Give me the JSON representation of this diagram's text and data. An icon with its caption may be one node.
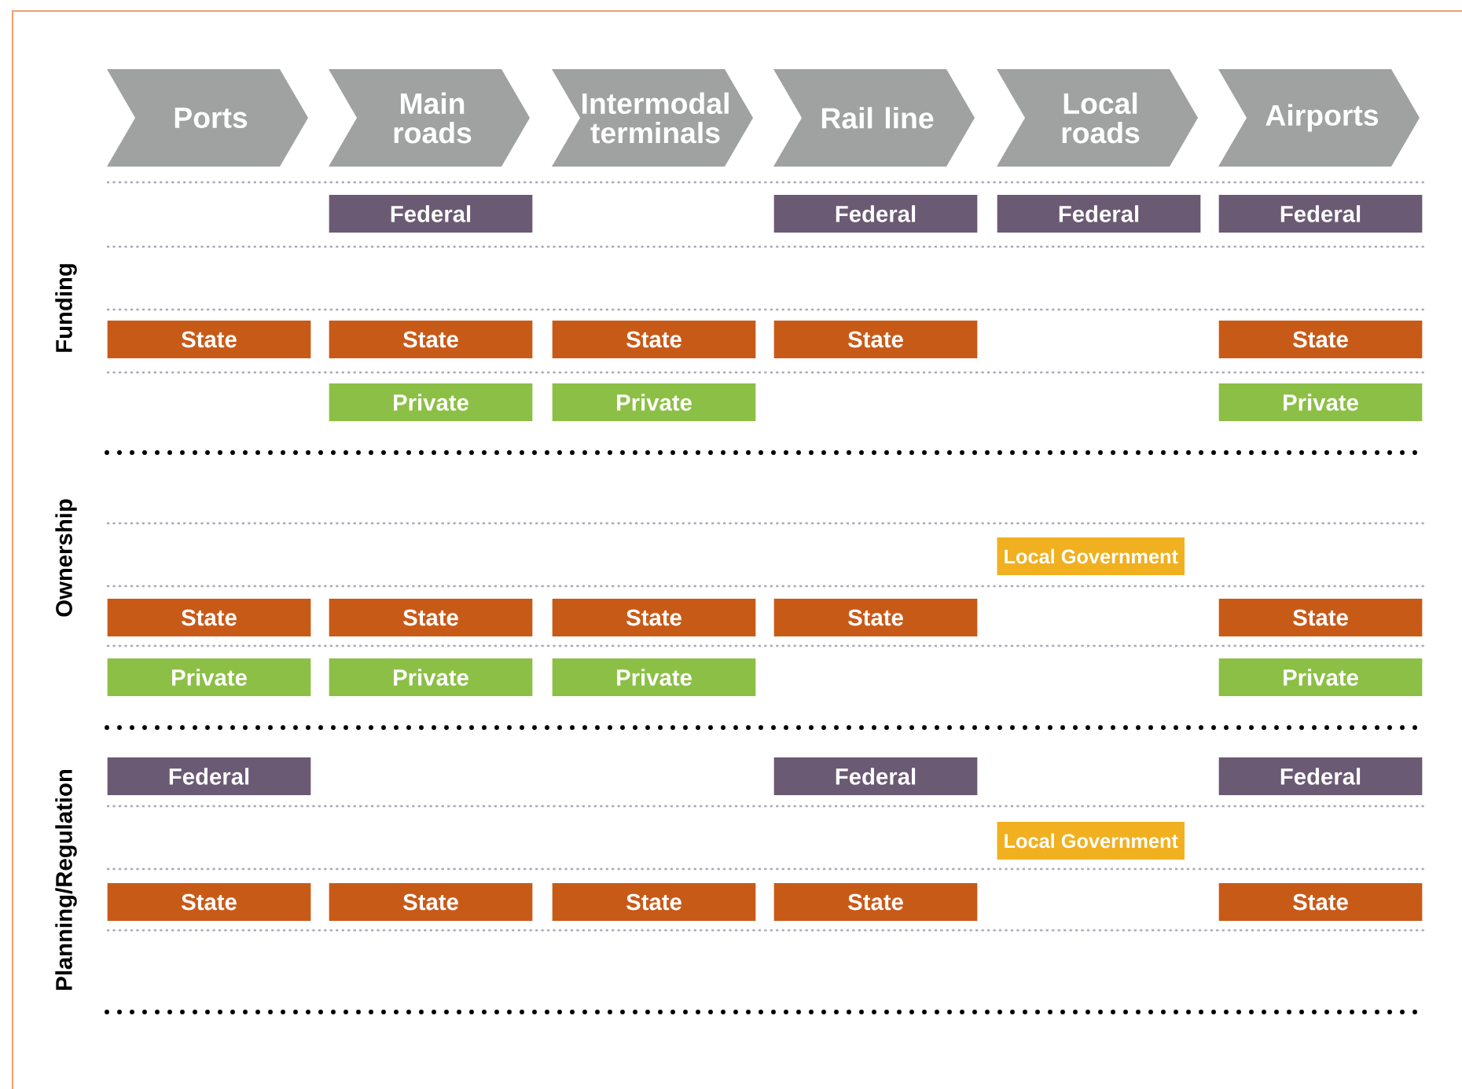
{
  "diagram": {
    "nodes": [
      {
        "text": [
          "Ports"
        ]
      },
      {
        "text": [
          "Main roads"
        ]
      },
      {
        "text": [
          "Intermodal terminals"
        ]
      },
      {
        "text": [
          "Rail line"
        ]
      },
      {
        "text": [
          "Local roads"
        ]
      },
      {
        "text": [
          "Airports"
        ]
      },
      {
        "text": [
          "Federal"
        ]
      },
      {
        "text": [
          "Federal"
        ]
      },
      {
        "text": [
          "Federal"
        ]
      },
      {
        "text": [
          "Federal"
        ]
      },
      {
        "text": [
          "State"
        ]
      },
      {
        "text": [
          "State"
        ]
      },
      {
        "text": [
          "State"
        ]
      },
      {
        "text": [
          "State"
        ]
      },
      {
        "text": [
          "State"
        ]
      },
      {
        "text": [
          "Private"
        ]
      },
      {
        "text": [
          "Private"
        ]
      },
      {
        "text": [
          "Private"
        ]
      },
      {
        "text": [
          "Local Government"
        ]
      },
      {
        "text": [
          "State"
        ]
      },
      {
        "text": [
          "State"
        ]
      },
      {
        "text": [
          "State"
        ]
      },
      {
        "text": [
          "State"
        ]
      },
      {
        "text": [
          "State"
        ]
      },
      {
        "text": [
          "Private"
        ]
      },
      {
        "text": [
          "Private"
        ]
      },
      {
        "text": [
          "Private"
        ]
      },
      {
        "text": [
          "Private"
        ]
      },
      {
        "text": [
          "Federal"
        ]
      },
      {
        "text": [
          "Federal"
        ]
      },
      {
        "text": [
          "Federal"
        ]
      },
      {
        "text": [
          "Local Government"
        ]
      },
      {
        "text": [
          "State"
        ]
      },
      {
        "text": [
          "State"
        ]
      },
      {
        "text": [
          "State"
        ]
      },
      {
        "text": [
          "State"
        ]
      },
      {
        "text": [
          "State"
        ]
      }
    ],
    "labels": [
      "Funding",
      "Ownership",
      "Planning/Regulation"
    ]
  }
}
